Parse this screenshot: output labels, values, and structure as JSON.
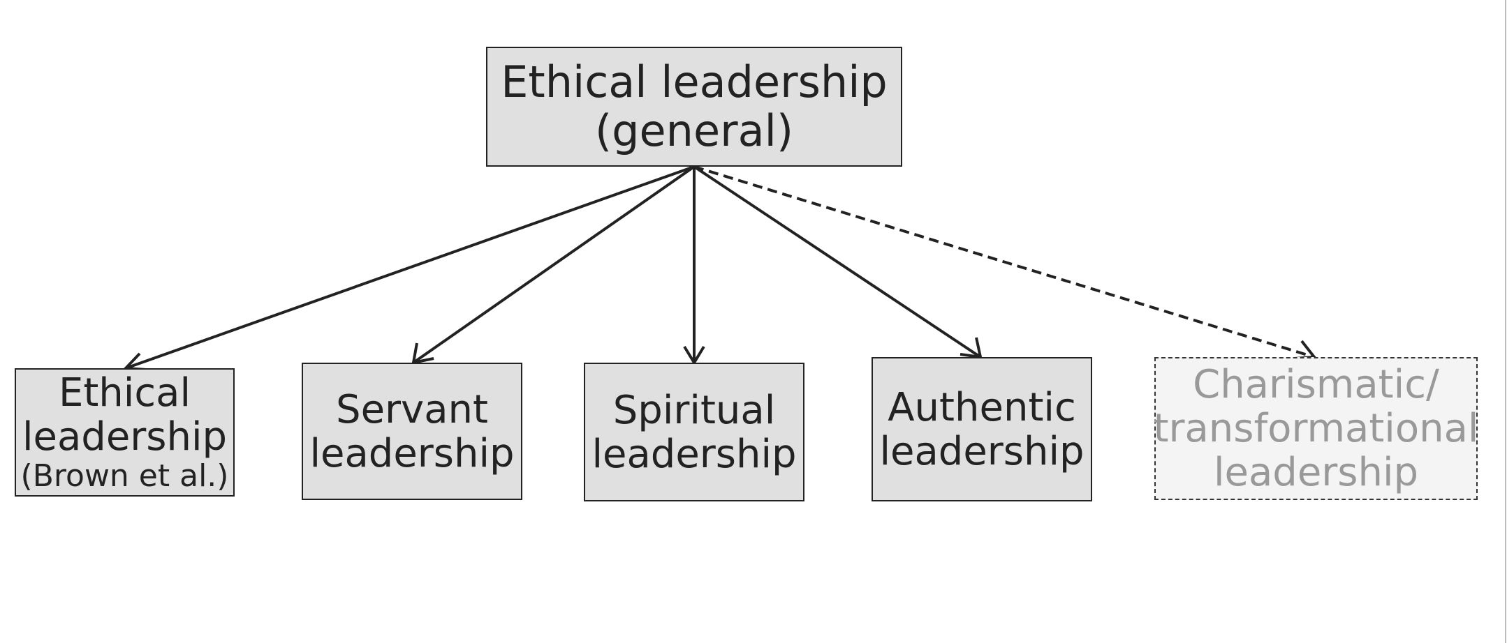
{
  "diagram": {
    "root": {
      "line1": "Ethical leadership",
      "line2": "(general)"
    },
    "children": [
      {
        "line1": "Ethical",
        "line2": "leadership",
        "line3": "(Brown et al.)",
        "style": "solid"
      },
      {
        "line1": "Servant",
        "line2": "leadership",
        "style": "solid"
      },
      {
        "line1": "Spiritual",
        "line2": "leadership",
        "style": "solid"
      },
      {
        "line1": "Authentic",
        "line2": "leadership",
        "style": "solid"
      },
      {
        "line1": "Charismatic/",
        "line2": "transformational",
        "line3": "leadership",
        "style": "dashed"
      }
    ],
    "colors": {
      "box_fill": "#e0e0e0",
      "dashed_box_fill": "#f4f4f4",
      "dashed_text": "#999999",
      "stroke": "#222222"
    }
  }
}
